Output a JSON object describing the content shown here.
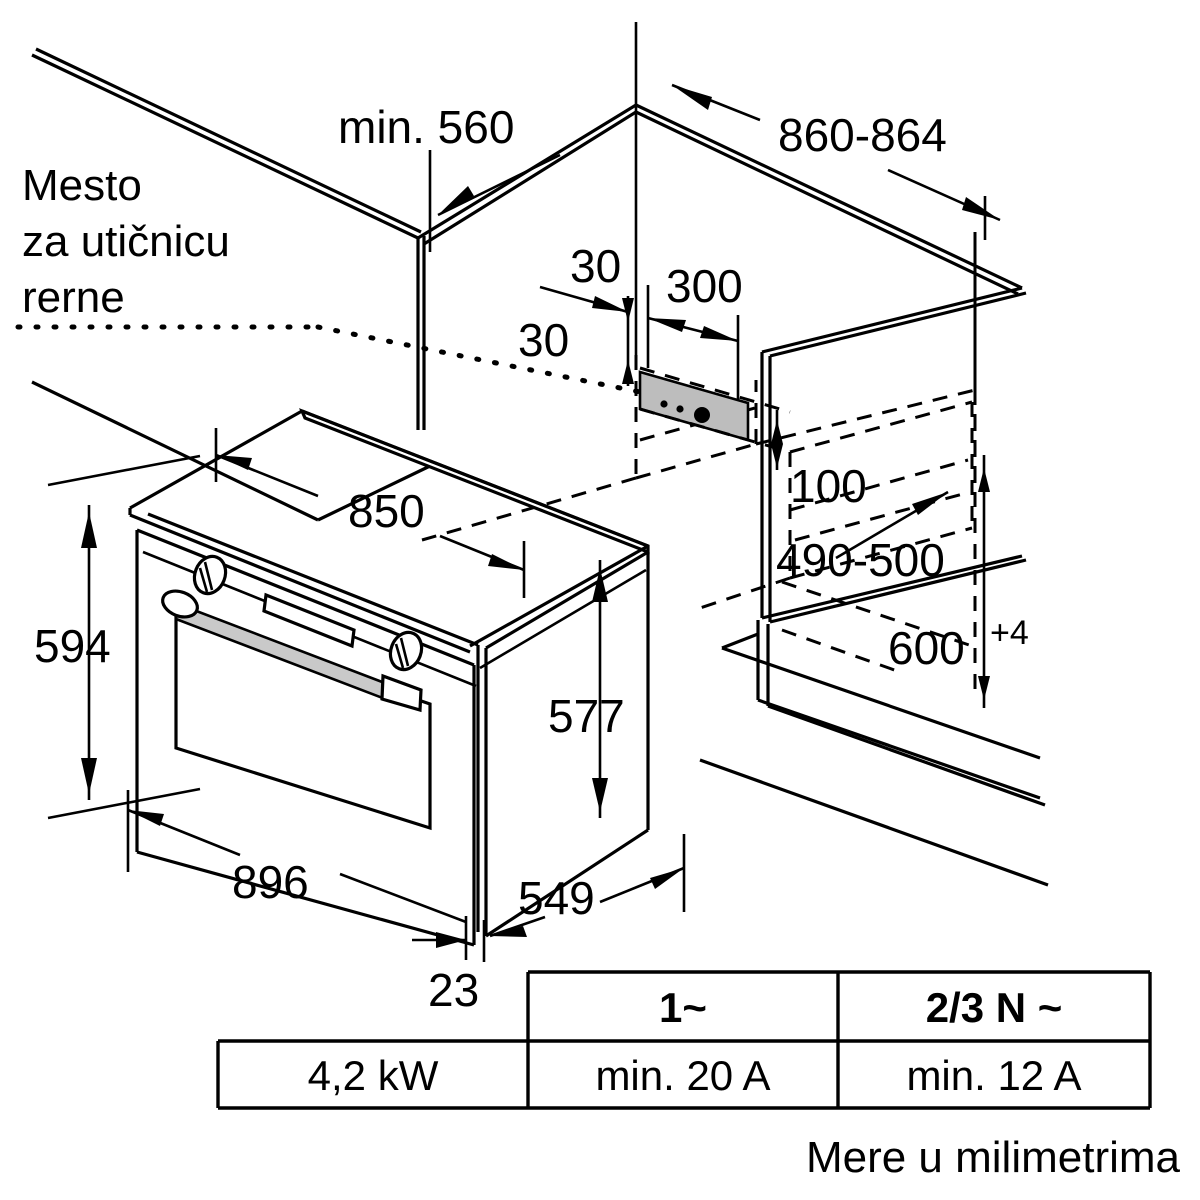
{
  "diagram": {
    "title_note": {
      "line1": "Mesto",
      "line2": "za utičnicu",
      "line3": "rerne"
    },
    "footer_note": "Mere u milimetrima",
    "dimensions": {
      "niche_width_min": "min. 560",
      "niche_height_range": "860-864",
      "socket_offset_top": "30",
      "socket_offset_side": "30",
      "socket_width": "300",
      "oven_front_height": "594",
      "oven_top_depth": "850",
      "oven_side_height": "577",
      "oven_front_width": "896",
      "oven_depth": "549",
      "door_thickness": "23",
      "shelf_gap": "100",
      "niche_depth_range": "490-500",
      "niche_width": "600",
      "niche_width_tolerance": "+4"
    },
    "table": {
      "headers": [
        "",
        "1~",
        "2/3 N ~"
      ],
      "rows": [
        [
          "4,2 kW",
          "min. 20 A",
          "min. 12 A"
        ]
      ]
    }
  }
}
